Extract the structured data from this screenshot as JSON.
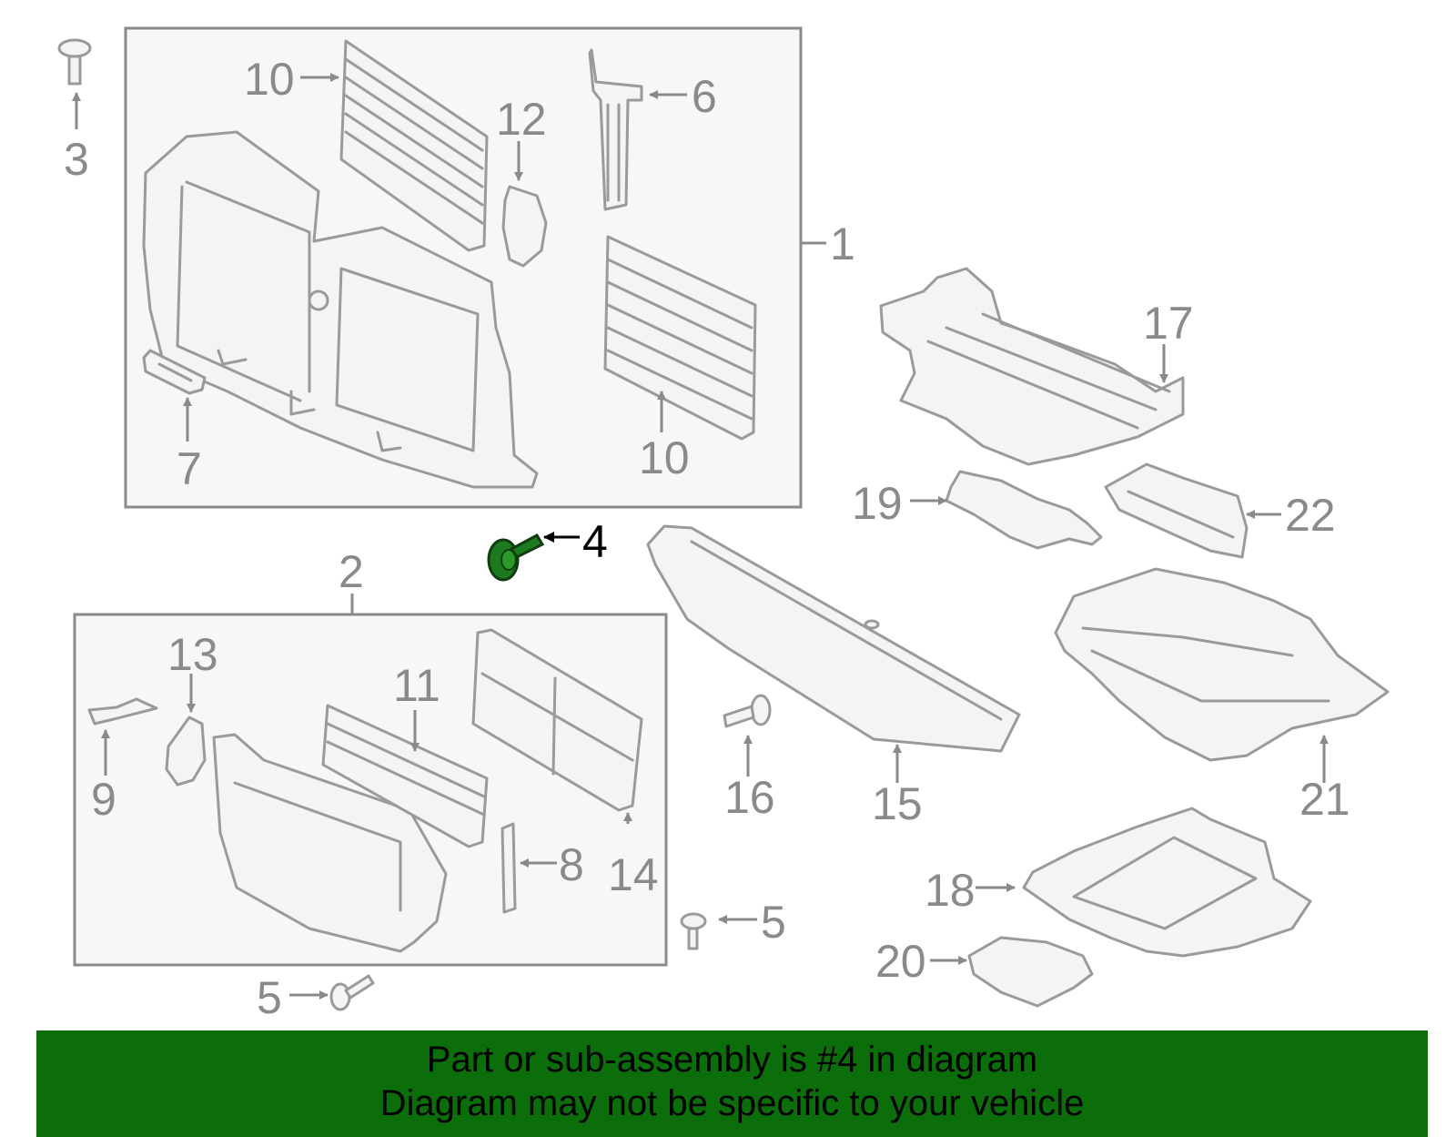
{
  "callouts": {
    "c1": "1",
    "c2": "2",
    "c3": "3",
    "c4": "4",
    "c5a": "5",
    "c5b": "5",
    "c6": "6",
    "c7": "7",
    "c8": "8",
    "c9": "9",
    "c10a": "10",
    "c10b": "10",
    "c11": "11",
    "c12": "12",
    "c13": "13",
    "c14": "14",
    "c15": "15",
    "c16": "16",
    "c17": "17",
    "c18": "18",
    "c19": "19",
    "c20": "20",
    "c21": "21",
    "c22": "22"
  },
  "highlighted_part": "4",
  "colors": {
    "highlight_part": "#1e7a1e",
    "banner_background": "#0b6e0b",
    "diagram_line": "#9a9a9a",
    "callout_text": "#8a8a8a"
  },
  "banner": {
    "line1": "Part or sub-assembly is #4 in diagram",
    "line2": "Diagram may not be specific to your vehicle"
  }
}
